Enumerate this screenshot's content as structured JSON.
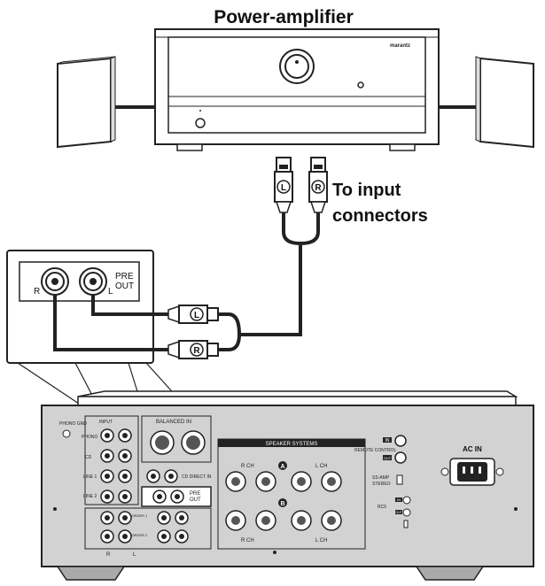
{
  "title": "Power-amplifier",
  "power_amp": {
    "brand": "marantz"
  },
  "cable_label": {
    "line1": "To input",
    "line2": "connectors"
  },
  "plug_left": "L",
  "plug_right": "R",
  "pre_out_zoom": {
    "r_label": "R",
    "l_label": "L",
    "pre_label": "PRE",
    "out_label": "OUT"
  },
  "rear_panel": {
    "phono_gnd": "PHONO GND",
    "input_label": "INPUT",
    "phono": "PHONO",
    "cd": "CD",
    "line1": "LINE 1",
    "line2": "LINE 2",
    "balanced_in": "BALANCED IN",
    "cd_direct_in": "CD DIRECT IN",
    "pre_out_pre": "PRE",
    "pre_out_out": "OUT",
    "speaker_systems": "SPEAKER SYSTEMS",
    "r_ch": "R CH",
    "l_ch": "L CH",
    "speaker_a": "A",
    "speaker_b": "B",
    "remote_control": "REMOTE CONTROL",
    "in_label": "IN",
    "out_label": "OUT",
    "ss_amp": "SS-AMP",
    "stereo": "STEREO",
    "rc5": "RC5",
    "ac_in": "AC IN",
    "r_bottom": "R",
    "l_bottom": "L",
    "recorder1": "RECORDER 1",
    "recorder2": "RECORDER 2"
  }
}
